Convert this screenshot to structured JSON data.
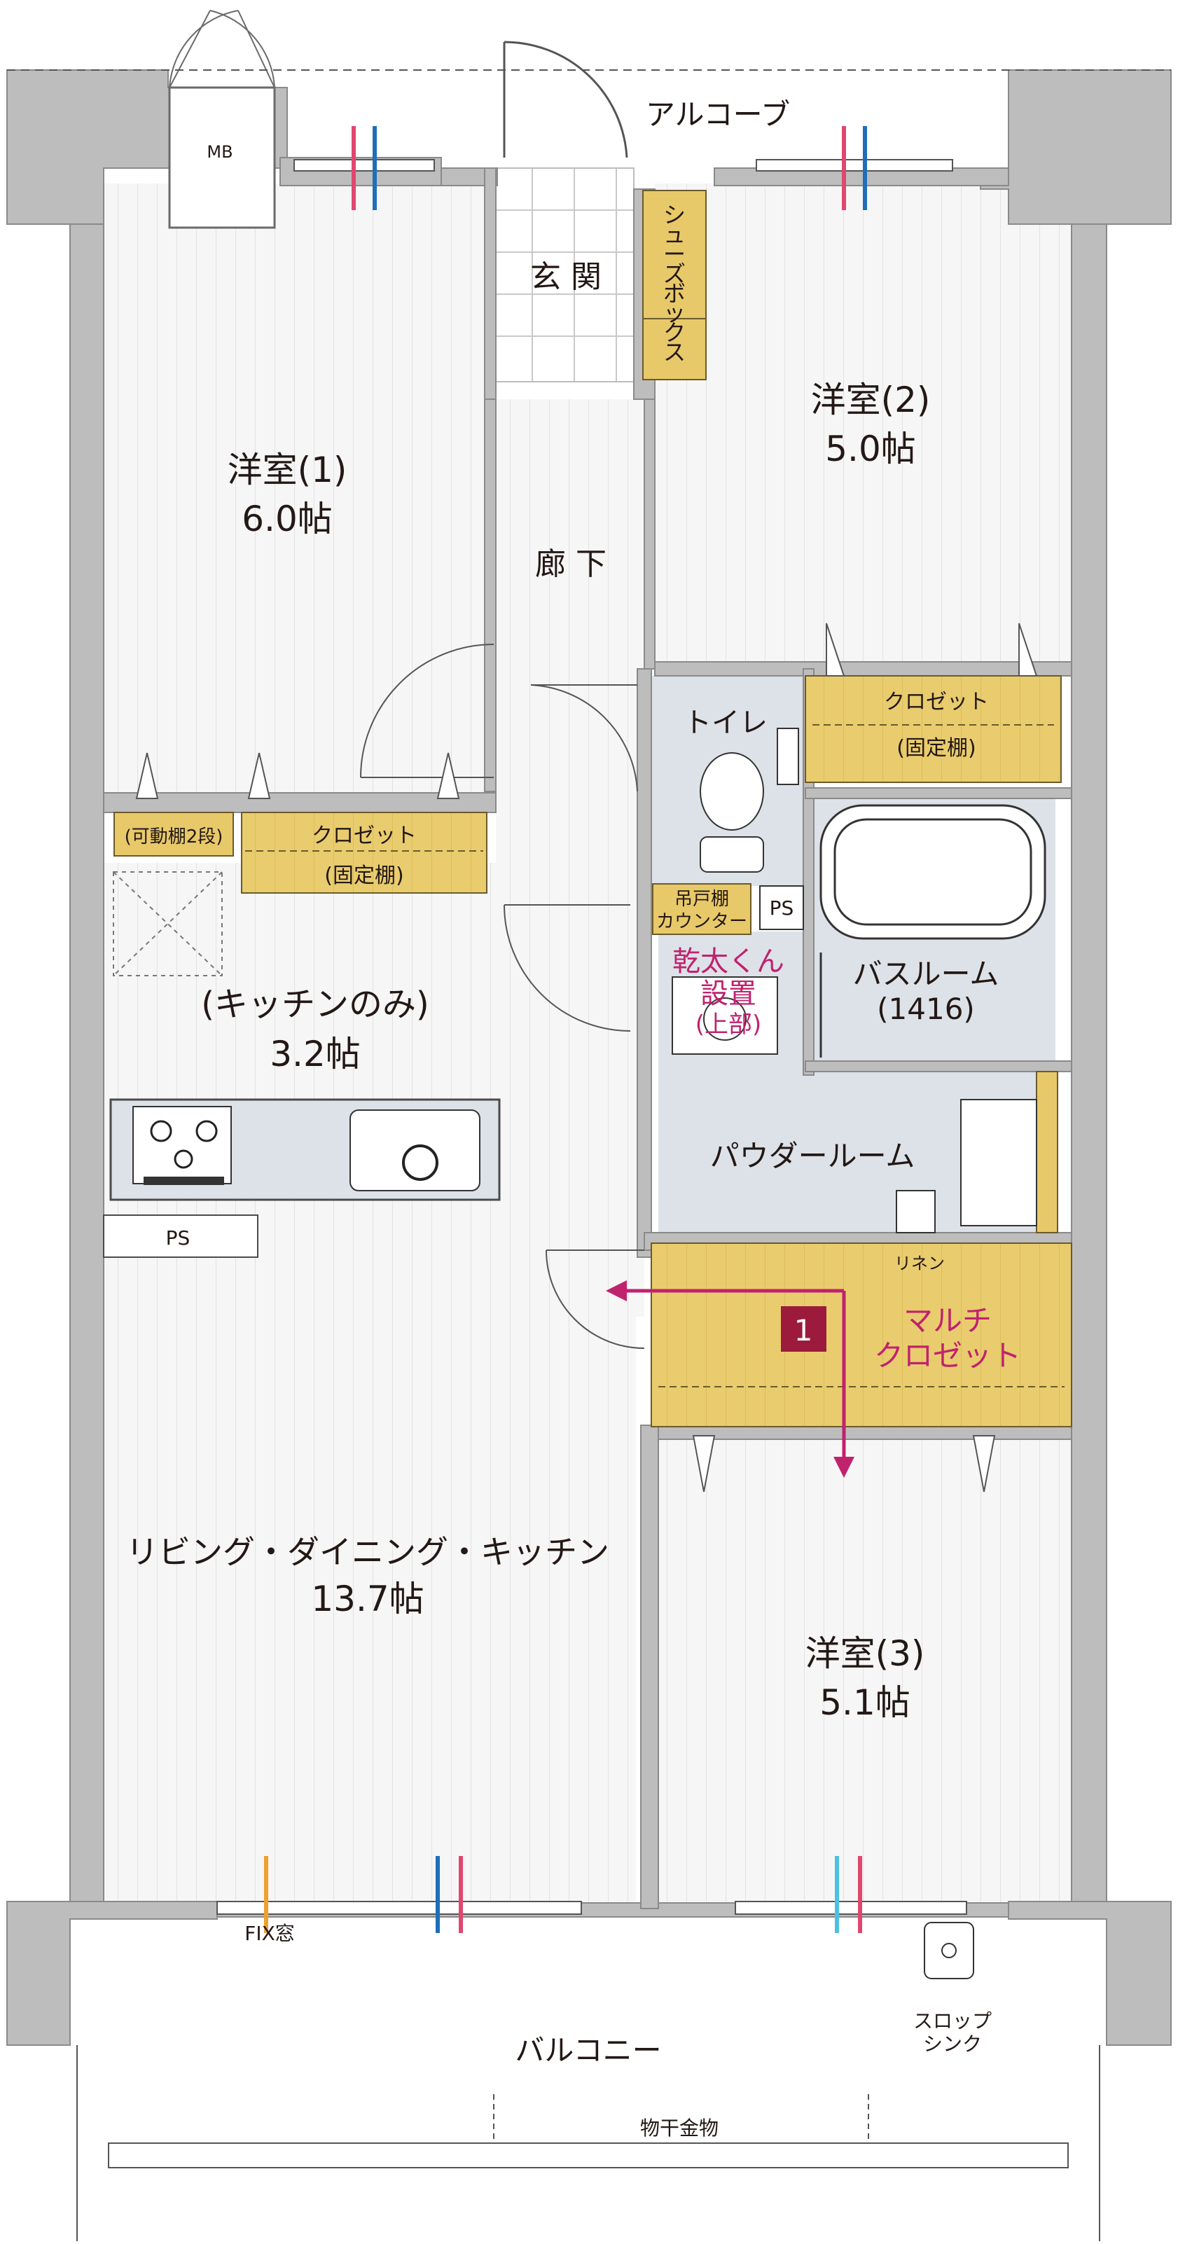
{
  "labels": {
    "mb": "MB",
    "alcove": "アルコーブ",
    "entrance": "玄 関",
    "shoe_box": [
      "シ",
      "ュ",
      "ー",
      "ズ",
      "ボ",
      "ッ",
      "ク",
      "ス"
    ],
    "room1_name": "洋室(1)",
    "room1_size": "6.0帖",
    "room2_name": "洋室(2)",
    "room2_size": "5.0帖",
    "corridor": "廊 下",
    "toilet": "トイレ",
    "closet": "クロゼット",
    "fixed_shelf": "(固定棚)",
    "movable_shelf": "(可動棚2段)",
    "hanging_cabinet_1": "吊戸棚",
    "hanging_cabinet_2": "カウンター",
    "ps": "PS",
    "kanta_1": "乾太くん",
    "kanta_2": "設置",
    "kanta_3": "(上部)",
    "bathroom_name": "バスルーム",
    "bathroom_size": "(1416)",
    "kitchen_only": "(キッチンのみ)",
    "kitchen_size": "3.2帖",
    "powder_room": "パウダールーム",
    "linen": "リネン",
    "multi_1": "マルチ",
    "multi_2": "クロゼット",
    "marker_number": "1",
    "ldk_name": "リビング・ダイニング・キッチン",
    "ldk_size": "13.7帖",
    "room3_name": "洋室(3)",
    "room3_size": "5.1帖",
    "fix_window": "FIX窓",
    "slop_sink_1": "スロップ",
    "slop_sink_2": "シンク",
    "balcony": "バルコニー",
    "drying_rack": "物干金物"
  },
  "colors": {
    "wall": "#bdbdbd",
    "wall_stroke": "#8a8a8a",
    "floor": "#f5f5f5",
    "floor_line": "#e3e3e3",
    "wet_area": "#dde2e8",
    "storage": "#e8c96a",
    "storage_dark": "#d9b64a",
    "accent": "#c0226e",
    "marker_bg": "#9c1b3c",
    "text": "#231815",
    "pipe_red": "#e0476f",
    "pipe_blue": "#1e6fb8",
    "pipe_orange": "#f0a030",
    "pipe_cyan": "#4cc0e0"
  }
}
